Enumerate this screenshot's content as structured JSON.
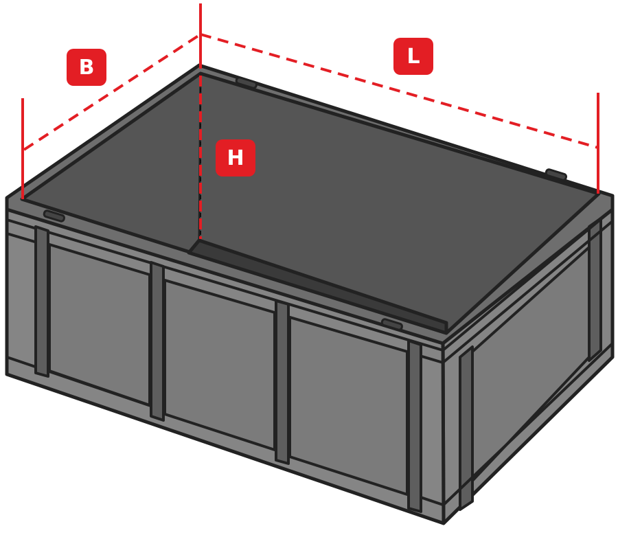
{
  "dimensions": {
    "width_label": "B",
    "length_label": "L",
    "height_label": "H"
  },
  "colors": {
    "accent": "#e31e24",
    "outline": "#222222",
    "box_side": "#858585",
    "box_panel": "#7b7b7b",
    "box_inner": "#555555",
    "box_floor": "#3a3a3a",
    "rim": "#6e6e6e"
  }
}
